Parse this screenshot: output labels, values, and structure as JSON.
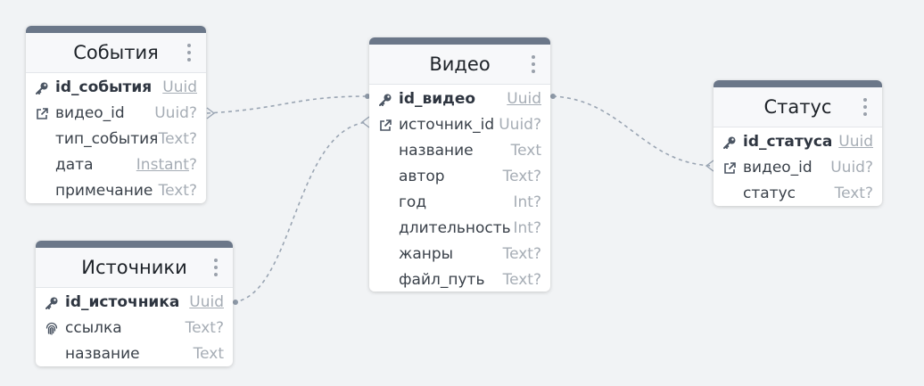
{
  "colors": {
    "header_bar": "#6b7789",
    "link": "#9aa5b3",
    "type_text": "#a6adb5"
  },
  "tables": {
    "events": {
      "title": "События",
      "fields": [
        {
          "name": "id_события",
          "type": "Uuid",
          "icon": "key-icon"
        },
        {
          "name": "видео_id",
          "type": "Uuid?",
          "icon": "foreign-key-icon"
        },
        {
          "name": "тип_события",
          "type": "Text?",
          "icon": ""
        },
        {
          "name": "дата",
          "type": "Instant",
          "type_suffix": "?",
          "icon": ""
        },
        {
          "name": "примечание",
          "type": "Text?",
          "icon": ""
        }
      ]
    },
    "sources": {
      "title": "Источники",
      "fields": [
        {
          "name": "id_источника",
          "type": "Uuid",
          "icon": "key-icon"
        },
        {
          "name": "ссылка",
          "type": "Text?",
          "icon": "fingerprint-icon"
        },
        {
          "name": "название",
          "type": "Text",
          "icon": ""
        }
      ]
    },
    "video": {
      "title": "Видео",
      "fields": [
        {
          "name": "id_видео",
          "type": "Uuid",
          "icon": "key-icon"
        },
        {
          "name": "источник_id",
          "type": "Uuid?",
          "icon": "foreign-key-icon"
        },
        {
          "name": "название",
          "type": "Text",
          "icon": ""
        },
        {
          "name": "автор",
          "type": "Text?",
          "icon": ""
        },
        {
          "name": "год",
          "type": "Int?",
          "icon": ""
        },
        {
          "name": "длительность",
          "type": "Int?",
          "icon": ""
        },
        {
          "name": "жанры",
          "type": "Text?",
          "icon": ""
        },
        {
          "name": "файл_путь",
          "type": "Text?",
          "icon": ""
        }
      ]
    },
    "status": {
      "title": "Статус",
      "fields": [
        {
          "name": "id_статуса",
          "type": "Uuid",
          "icon": "key-icon"
        },
        {
          "name": "видео_id",
          "type": "Uuid?",
          "icon": "foreign-key-icon"
        },
        {
          "name": "статус",
          "type": "Text?",
          "icon": ""
        }
      ]
    }
  }
}
